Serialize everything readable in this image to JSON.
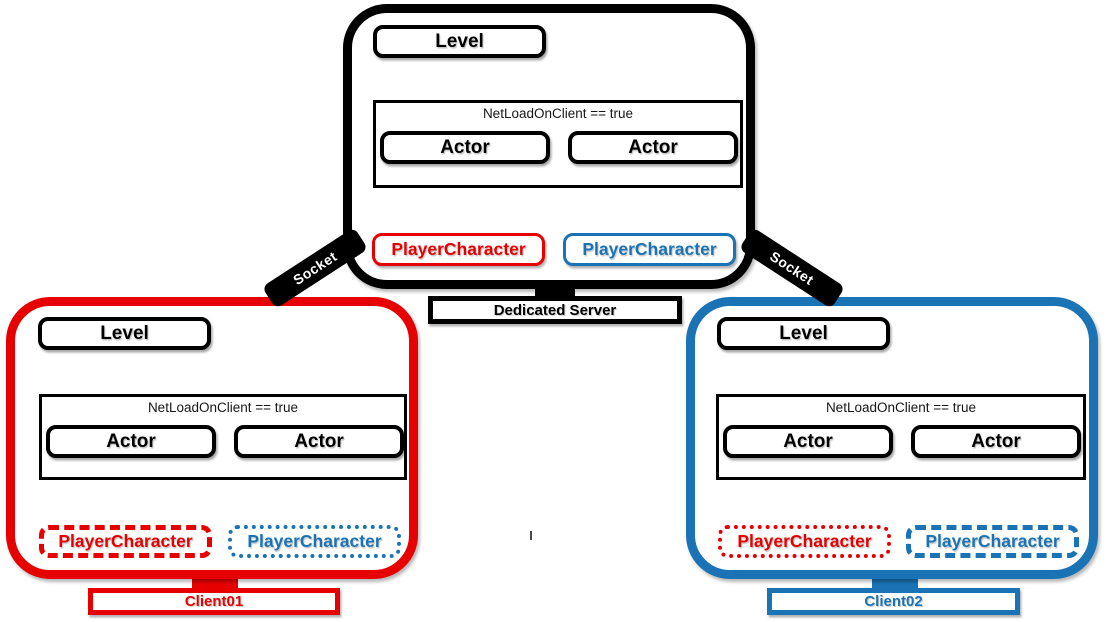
{
  "colors": {
    "red": "#e60000",
    "blue": "#1a73b5",
    "black": "#000000"
  },
  "server": {
    "level": "Level",
    "netload": "NetLoadOnClient == true",
    "actors": [
      "Actor",
      "Actor"
    ],
    "player_characters": [
      {
        "label": "PlayerCharacter",
        "color": "red",
        "border_style": "solid"
      },
      {
        "label": "PlayerCharacter",
        "color": "blue",
        "border_style": "solid"
      }
    ],
    "caption": "Dedicated Server"
  },
  "clients": [
    {
      "caption": "Client01",
      "level": "Level",
      "netload": "NetLoadOnClient == true",
      "actors": [
        "Actor",
        "Actor"
      ],
      "player_characters": [
        {
          "label": "PlayerCharacter",
          "color": "red",
          "border_style": "dashed"
        },
        {
          "label": "PlayerCharacter",
          "color": "blue",
          "border_style": "dotted"
        }
      ]
    },
    {
      "caption": "Client02",
      "level": "Level",
      "netload": "NetLoadOnClient == true",
      "actors": [
        "Actor",
        "Actor"
      ],
      "player_characters": [
        {
          "label": "PlayerCharacter",
          "color": "red",
          "border_style": "dotted"
        },
        {
          "label": "PlayerCharacter",
          "color": "blue",
          "border_style": "dashed"
        }
      ]
    }
  ],
  "sockets": {
    "left": "Socket",
    "right": "Socket"
  }
}
